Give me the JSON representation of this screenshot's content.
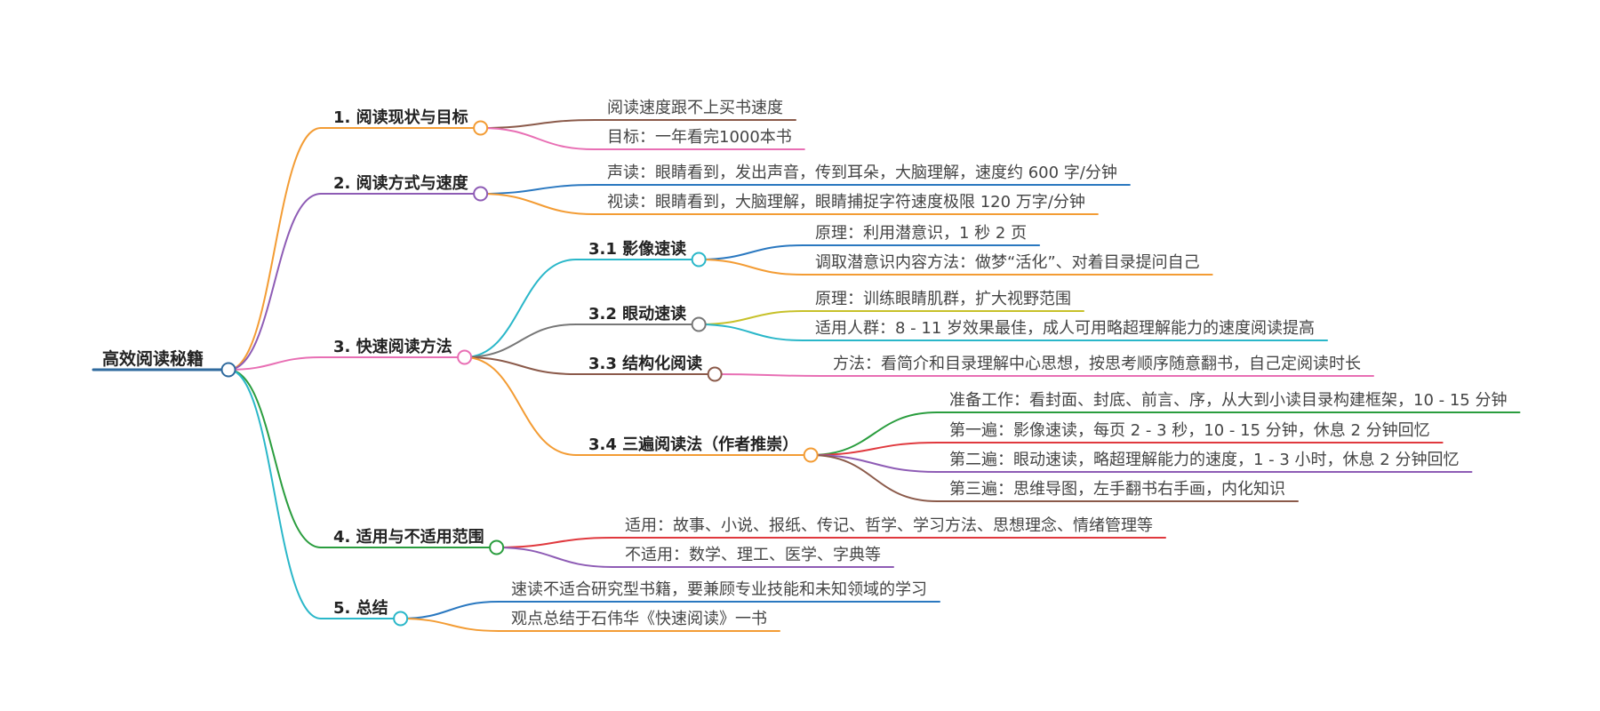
{
  "diagram": {
    "root": {
      "label": "高效阅读秘籍",
      "color": "#2f6a9e"
    },
    "branches": [
      {
        "label": "1. 阅读现状与目标",
        "color": "#f39c34",
        "children": [
          {
            "label": "阅读速度跟不上买书速度",
            "color": "#8b5a4a"
          },
          {
            "label": "目标：一年看完1000本书",
            "color": "#e86fb4"
          }
        ]
      },
      {
        "label": "2. 阅读方式与速度",
        "color": "#8e5cb5",
        "children": [
          {
            "label": "声读：眼睛看到，发出声音，传到耳朵，大脑理解，速度约 600 字/分钟",
            "color": "#2a78c0"
          },
          {
            "label": "视读：眼睛看到，大脑理解，眼睛捕捉字符速度极限 120 万字/分钟",
            "color": "#f39c34"
          }
        ]
      },
      {
        "label": "3. 快速阅读方法",
        "color": "#e86fb4",
        "children": [
          {
            "label": "3.1 影像速读",
            "color": "#2ab7c9",
            "children": [
              {
                "label": "原理：利用潜意识，1 秒 2 页",
                "color": "#2a78c0"
              },
              {
                "label": "调取潜意识内容方法：做梦“活化”、对着目录提问自己",
                "color": "#f39c34"
              }
            ]
          },
          {
            "label": "3.2 眼动速读",
            "color": "#777777",
            "children": [
              {
                "label": "原理：训练眼睛肌群，扩大视野范围",
                "color": "#c7c12a"
              },
              {
                "label": "适用人群：8 - 11 岁效果最佳，成人可用略超理解能力的速度阅读提高",
                "color": "#2ab7c9"
              }
            ]
          },
          {
            "label": "3.3 结构化阅读",
            "color": "#8b5a4a",
            "children": [
              {
                "label": "方法：看简介和目录理解中心思想，按思考顺序随意翻书，自己定阅读时长",
                "color": "#e86fb4"
              }
            ]
          },
          {
            "label": "3.4 三遍阅读法（作者推崇）",
            "color": "#f39c34",
            "children": [
              {
                "label": "准备工作：看封面、封底、前言、序，从大到小读目录构建框架，10 - 15 分钟",
                "color": "#2a9d3e"
              },
              {
                "label": "第一遍：影像速读，每页 2 - 3 秒，10 - 15 分钟，休息 2 分钟回忆",
                "color": "#e0393e"
              },
              {
                "label": "第二遍：眼动速读，略超理解能力的速度，1 - 3 小时，休息 2 分钟回忆",
                "color": "#8e5cb5"
              },
              {
                "label": "第三遍：思维导图，左手翻书右手画，内化知识",
                "color": "#8b5a4a"
              }
            ]
          }
        ]
      },
      {
        "label": "4. 适用与不适用范围",
        "color": "#2a9d3e",
        "children": [
          {
            "label": "适用：故事、小说、报纸、传记、哲学、学习方法、思想理念、情绪管理等",
            "color": "#e0393e"
          },
          {
            "label": "不适用：数学、理工、医学、字典等",
            "color": "#8e5cb5"
          }
        ]
      },
      {
        "label": "5. 总结",
        "color": "#2ab7c9",
        "children": [
          {
            "label": "速读不适合研究型书籍，要兼顾专业技能和未知领域的学习",
            "color": "#2a78c0"
          },
          {
            "label": "观点总结于石伟华《快速阅读》一书",
            "color": "#f39c34"
          }
        ]
      }
    ]
  }
}
